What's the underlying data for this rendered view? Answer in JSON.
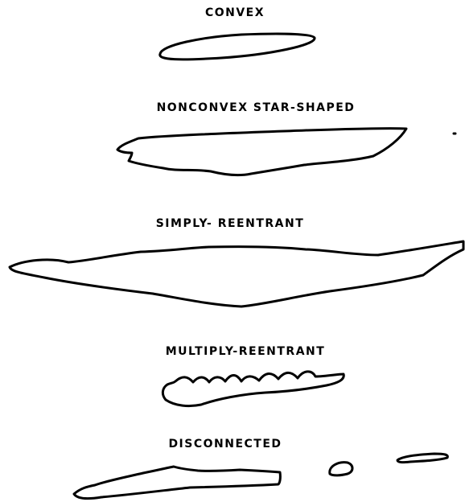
{
  "categories": [
    {
      "id": "convex",
      "label": "CONVEX"
    },
    {
      "id": "nonconvex-star-shaped",
      "label": "NONCONVEX STAR-SHAPED"
    },
    {
      "id": "simply-reentrant",
      "label": "SIMPLY- REENTRANT"
    },
    {
      "id": "multiply-reentrant",
      "label": "MULTIPLY-REENTRANT"
    },
    {
      "id": "disconnected",
      "label": "DISCONNECTED"
    }
  ],
  "colors": {
    "stroke": "#000000",
    "background": "#ffffff"
  }
}
